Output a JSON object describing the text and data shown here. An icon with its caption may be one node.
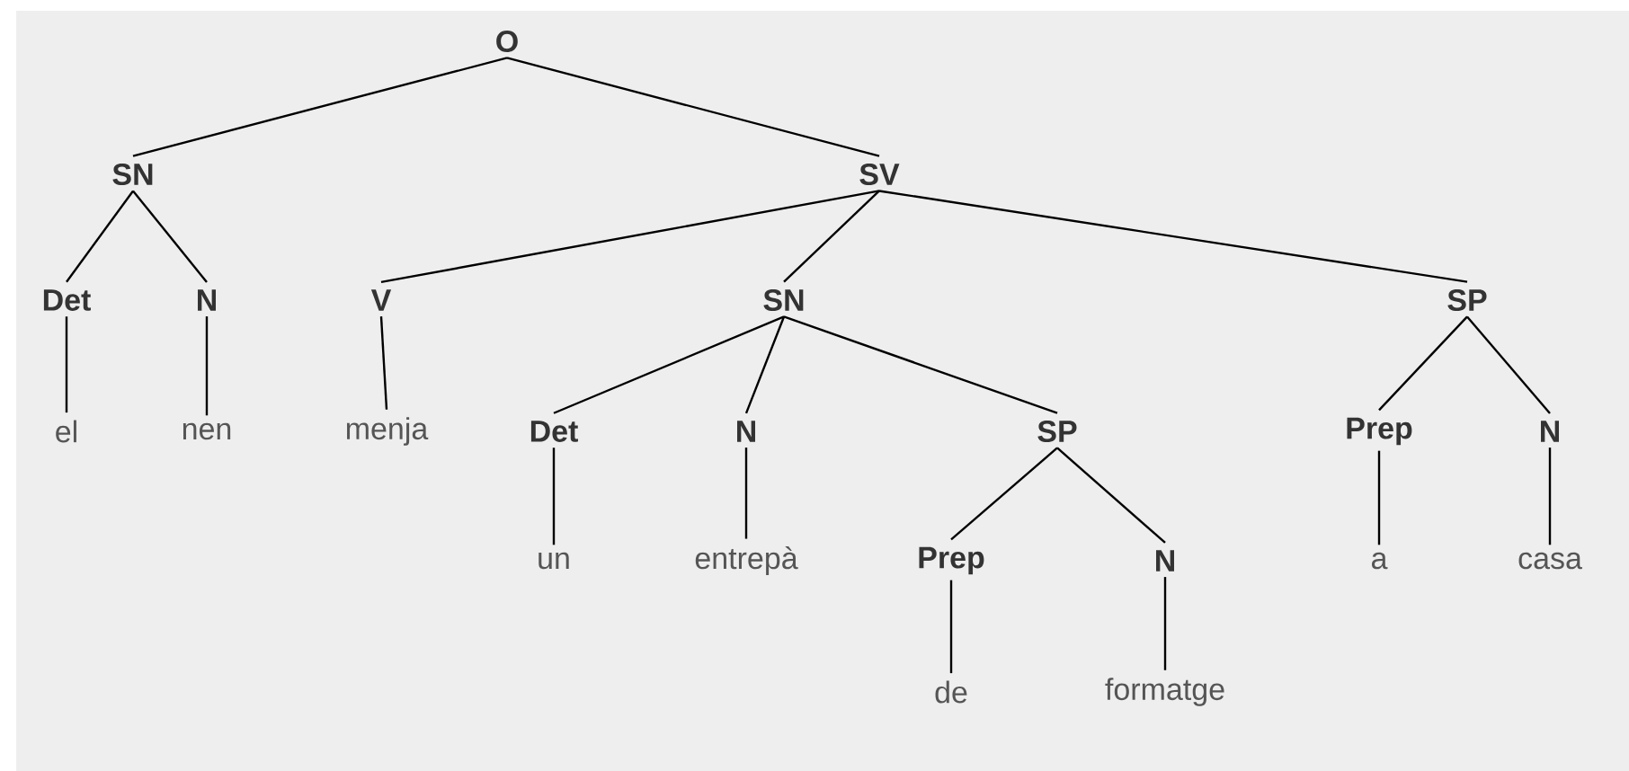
{
  "diagram": {
    "nodes": [
      {
        "text": [
          "O"
        ]
      },
      {
        "text": [
          "SN"
        ]
      },
      {
        "text": [
          "SV"
        ]
      },
      {
        "text": [
          "Det"
        ]
      },
      {
        "text": [
          "N"
        ]
      },
      {
        "text": [
          "V"
        ]
      },
      {
        "text": [
          "SN"
        ]
      },
      {
        "text": [
          "SP"
        ]
      },
      {
        "text": [
          "el"
        ]
      },
      {
        "text": [
          "nen"
        ]
      },
      {
        "text": [
          "menja"
        ]
      },
      {
        "text": [
          "Det"
        ]
      },
      {
        "text": [
          "N"
        ]
      },
      {
        "text": [
          "SP"
        ]
      },
      {
        "text": [
          "Prep"
        ]
      },
      {
        "text": [
          "N"
        ]
      },
      {
        "text": [
          "un"
        ]
      },
      {
        "text": [
          "entrepà"
        ]
      },
      {
        "text": [
          "Prep"
        ]
      },
      {
        "text": [
          "N"
        ]
      },
      {
        "text": [
          "a"
        ]
      },
      {
        "text": [
          "casa"
        ]
      },
      {
        "text": [
          "de"
        ]
      },
      {
        "text": [
          "formatge"
        ]
      }
    ],
    "edges": [
      {
        "from": 0,
        "to": 1,
        "arrow": "none"
      },
      {
        "from": 0,
        "to": 2,
        "arrow": "none"
      },
      {
        "from": 1,
        "to": 3,
        "arrow": "none"
      },
      {
        "from": 1,
        "to": 4,
        "arrow": "none"
      },
      {
        "from": 2,
        "to": 5,
        "arrow": "none"
      },
      {
        "from": 2,
        "to": 6,
        "arrow": "none"
      },
      {
        "from": 2,
        "to": 7,
        "arrow": "none"
      },
      {
        "from": 3,
        "to": 8,
        "arrow": "none"
      },
      {
        "from": 4,
        "to": 9,
        "arrow": "none"
      },
      {
        "from": 5,
        "to": 10,
        "arrow": "none"
      },
      {
        "from": 6,
        "to": 11,
        "arrow": "none"
      },
      {
        "from": 6,
        "to": 12,
        "arrow": "none"
      },
      {
        "from": 6,
        "to": 13,
        "arrow": "none"
      },
      {
        "from": 7,
        "to": 14,
        "arrow": "none"
      },
      {
        "from": 7,
        "to": 15,
        "arrow": "none"
      },
      {
        "from": 11,
        "to": 16,
        "arrow": "none"
      },
      {
        "from": 12,
        "to": 17,
        "arrow": "none"
      },
      {
        "from": 13,
        "to": 18,
        "arrow": "none"
      },
      {
        "from": 13,
        "to": 19,
        "arrow": "none"
      },
      {
        "from": 14,
        "to": 20,
        "arrow": "none"
      },
      {
        "from": 15,
        "to": 21,
        "arrow": "none"
      },
      {
        "from": 18,
        "to": 22,
        "arrow": "none"
      },
      {
        "from": 19,
        "to": 23,
        "arrow": "none"
      }
    ]
  }
}
